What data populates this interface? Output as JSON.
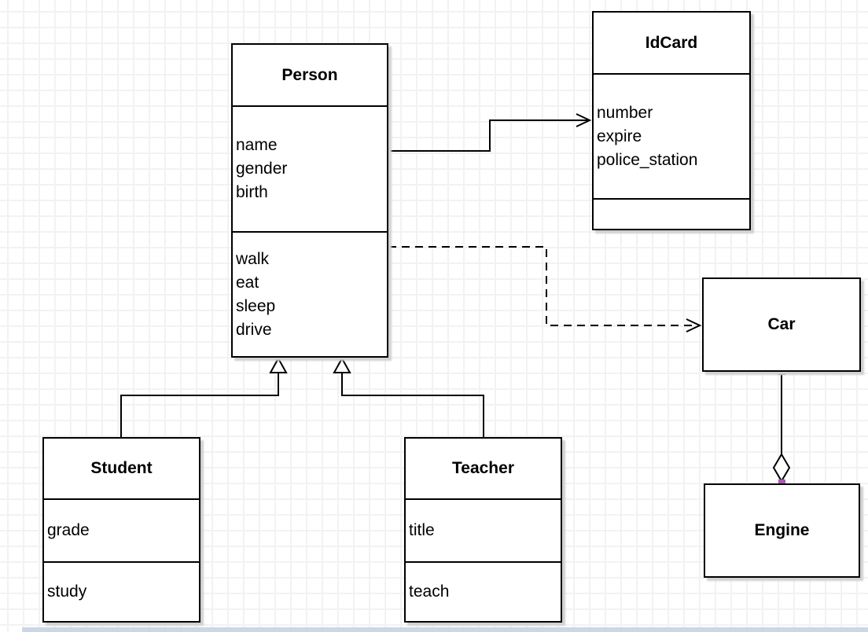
{
  "diagram": {
    "type": "uml-class-diagram",
    "classes": {
      "person": {
        "name": "Person",
        "attributes": [
          "name",
          "gender",
          "birth"
        ],
        "methods": [
          "walk",
          "eat",
          "sleep",
          "drive"
        ]
      },
      "idcard": {
        "name": "IdCard",
        "attributes": [
          "number",
          "expire",
          "police_station"
        ],
        "methods": []
      },
      "car": {
        "name": "Car",
        "attributes": [],
        "methods": []
      },
      "engine": {
        "name": "Engine",
        "attributes": [],
        "methods": []
      },
      "student": {
        "name": "Student",
        "attributes": [
          "grade"
        ],
        "methods": [
          "study"
        ]
      },
      "teacher": {
        "name": "Teacher",
        "attributes": [
          "title"
        ],
        "methods": [
          "teach"
        ]
      }
    },
    "relationships": [
      {
        "from": "Person",
        "to": "IdCard",
        "type": "association",
        "line": "solid",
        "arrow": "open-arrow"
      },
      {
        "from": "Person",
        "to": "Car",
        "type": "dependency",
        "line": "dashed",
        "arrow": "open-arrow"
      },
      {
        "from": "Student",
        "to": "Person",
        "type": "generalization",
        "line": "solid",
        "arrow": "hollow-triangle"
      },
      {
        "from": "Teacher",
        "to": "Person",
        "type": "generalization",
        "line": "solid",
        "arrow": "hollow-triangle"
      },
      {
        "from": "Car",
        "to": "Engine",
        "type": "aggregation",
        "line": "solid",
        "arrow": "hollow-diamond"
      }
    ],
    "colors": {
      "stroke": "#000000",
      "shape_fill": "#ffffff",
      "connection_point": "#ab57b8",
      "grid_line": "#f2f2f4",
      "page_edge": "#ccd7e3",
      "shadow": "#d0d0d0"
    }
  }
}
